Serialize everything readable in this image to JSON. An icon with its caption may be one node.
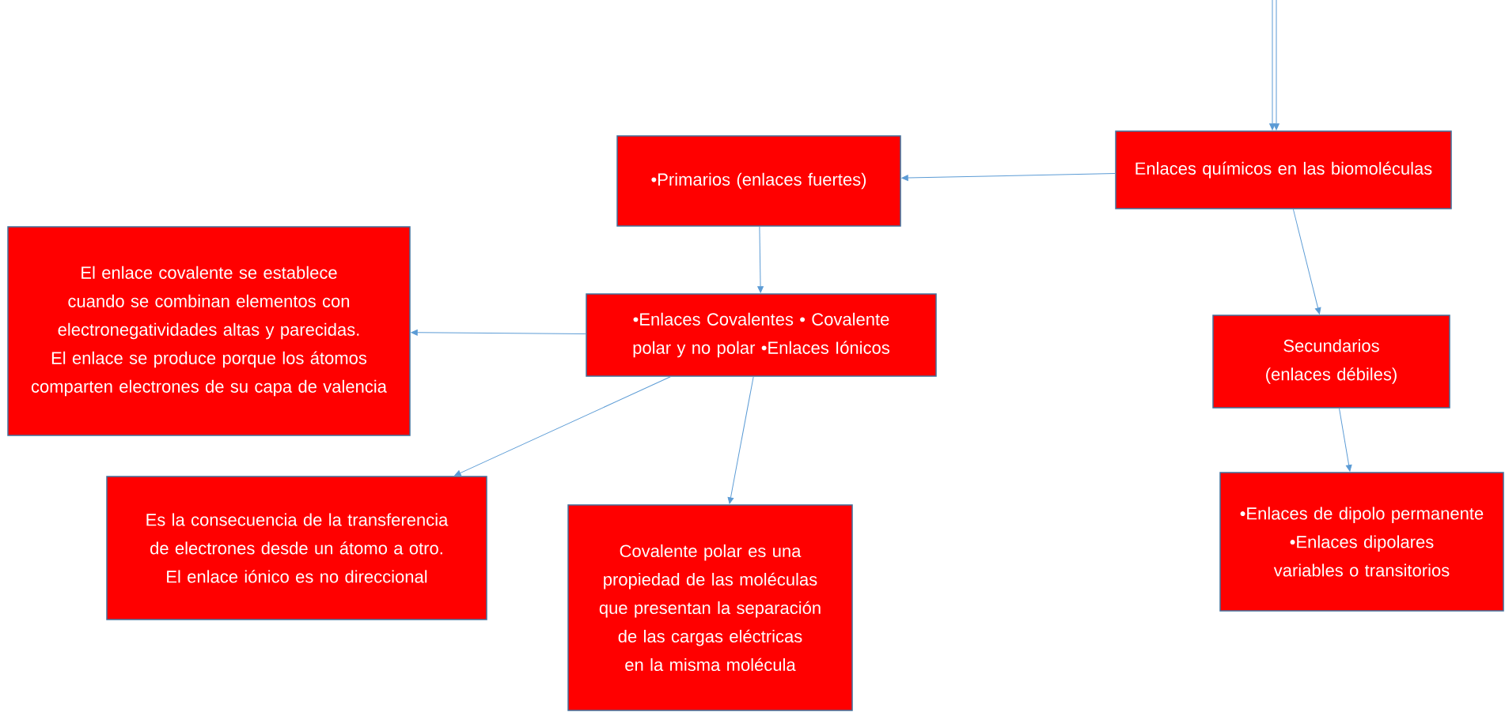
{
  "diagram": {
    "nodes": [
      {
        "text": [
          "Enlaces químicos en las biomoléculas"
        ]
      },
      {
        "text": [
          "•Primarios (enlaces fuertes)"
        ]
      },
      {
        "text": [
          "Secundarios (enlaces débiles)"
        ]
      },
      {
        "text": [
          "•Enlaces Covalentes • Covalente polar y no polar •Enlaces Iónicos"
        ]
      },
      {
        "text": [
          "El enlace covalente se establece cuando se combinan elementos con electronegatividades altas y parecidas. El enlace se produce porque los átomos comparten electrones de su capa de valencia"
        ]
      },
      {
        "text": [
          "Es la consecuencia de la transferencia de electrones desde un átomo a otro. El enlace iónico es no direccional"
        ]
      },
      {
        "text": [
          "Covalente polar es una propiedad de las moléculas que presentan la separación de las cargas eléctricas en la misma molécula"
        ]
      },
      {
        "text": [
          "•Enlaces de dipolo permanente •Enlaces dipolares variables o transitorios"
        ]
      }
    ],
    "edges": [
      {
        "from": null,
        "to": 0,
        "arrow": "to"
      },
      {
        "from": null,
        "to": 0,
        "arrow": "to"
      },
      {
        "from": 0,
        "to": 1,
        "arrow": "to"
      },
      {
        "from": 0,
        "to": 2,
        "arrow": "to"
      },
      {
        "from": 1,
        "to": 3,
        "arrow": "to"
      },
      {
        "from": 3,
        "to": 4,
        "arrow": "to"
      },
      {
        "from": 3,
        "to": 5,
        "arrow": "to"
      },
      {
        "from": 3,
        "to": 6,
        "arrow": "to"
      },
      {
        "from": 2,
        "to": 7,
        "arrow": "to"
      }
    ]
  }
}
